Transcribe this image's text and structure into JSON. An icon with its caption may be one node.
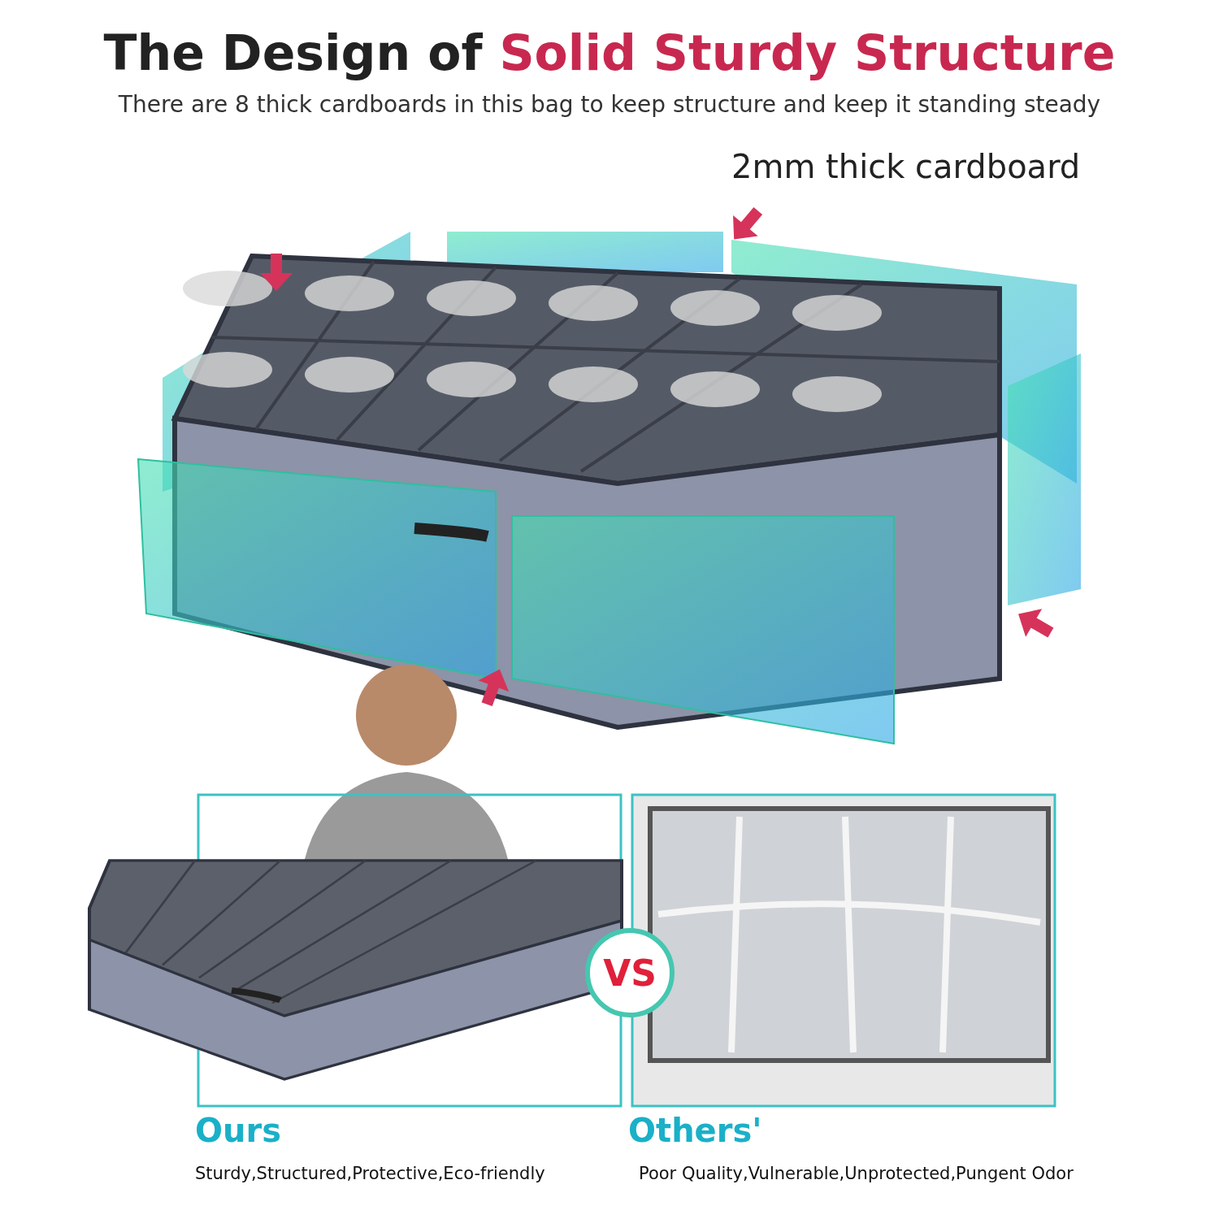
{
  "diagram": {
    "title": "The Design of **Solid Sturdy Structure**",
    "labels": [
      "There are 8 thick cardboards in this bag to keep structure and keep it standing steady",
      "2mm thick cardboard",
      "VS",
      "Ours",
      "Sturdy,Structured,Protective,Eco-friendly",
      "Others'",
      "Poor Quality,Vulnerable,Unprotected,Pungent Odor"
    ]
  }
}
